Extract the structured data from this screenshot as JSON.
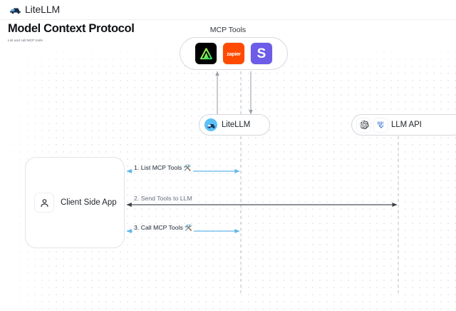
{
  "topbar": {
    "brand_name": "LiteLLM",
    "brand_logo_icon": "litellm-logo-icon"
  },
  "header": {
    "title": "Model Context Protocol",
    "subtitle": "List and call MCP tools"
  },
  "diagram": {
    "mcp_tools": {
      "label": "MCP Tools",
      "tools": [
        {
          "name": "triangle-tool-icon",
          "text": ""
        },
        {
          "name": "zapier-tool-icon",
          "text": "zapier"
        },
        {
          "name": "slack-tool-icon",
          "text": "S"
        }
      ]
    },
    "litellm_node": {
      "label": "LiteLLM",
      "icon": "litellm-avatar-icon"
    },
    "llm_api_node": {
      "label": "LLM API",
      "icons": [
        "openai-icon",
        "anthropic-icon"
      ]
    },
    "client_node": {
      "label": "Client Side App",
      "icon": "user-icon"
    },
    "edges": [
      {
        "id": "1",
        "label": "1. List MCP Tools 🛠️",
        "color": "#61b6e8"
      },
      {
        "id": "2",
        "label": "2. Send Tools to LLM",
        "color": "#4b5563"
      },
      {
        "id": "3",
        "label": "3. Call MCP Tools 🛠️",
        "color": "#61b6e8"
      }
    ]
  },
  "colors": {
    "accent_blue": "#61b6e8",
    "arrow_gray": "#9aa0a6",
    "zapier_orange": "#ff4a00",
    "slack_purple": "#6c5ce7",
    "litellm_blue": "#5bc0f8"
  }
}
